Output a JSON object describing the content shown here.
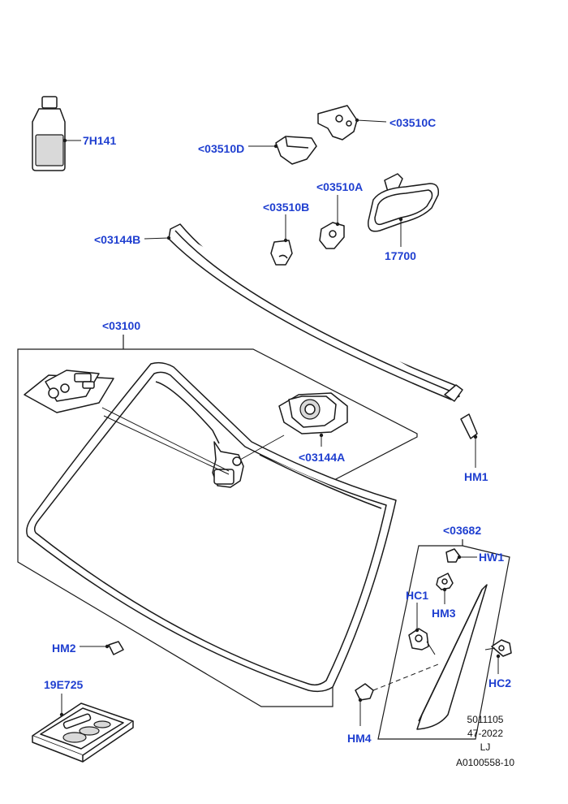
{
  "callouts": {
    "c7H141": "7H141",
    "c03510C": "<03510C",
    "c03510D": "<03510D",
    "c03510A": "<03510A",
    "c03510B": "<03510B",
    "c17700": "17700",
    "c03144B": "<03144B",
    "c03100": "<03100",
    "c03144A": "<03144A",
    "cHM1": "HM1",
    "c03682": "<03682",
    "cHW1": "HW1",
    "cHC1": "HC1",
    "cHM3": "HM3",
    "cHM2": "HM2",
    "cHC2": "HC2",
    "c19E725": "19E725",
    "cHM4": "HM4"
  },
  "footer": {
    "line1": "5011105",
    "line2": "47-2022",
    "line3": "LJ",
    "line4": "A0100558-10"
  },
  "colors": {
    "callout": "#1f3fd0",
    "line": "#1a1a1a"
  }
}
